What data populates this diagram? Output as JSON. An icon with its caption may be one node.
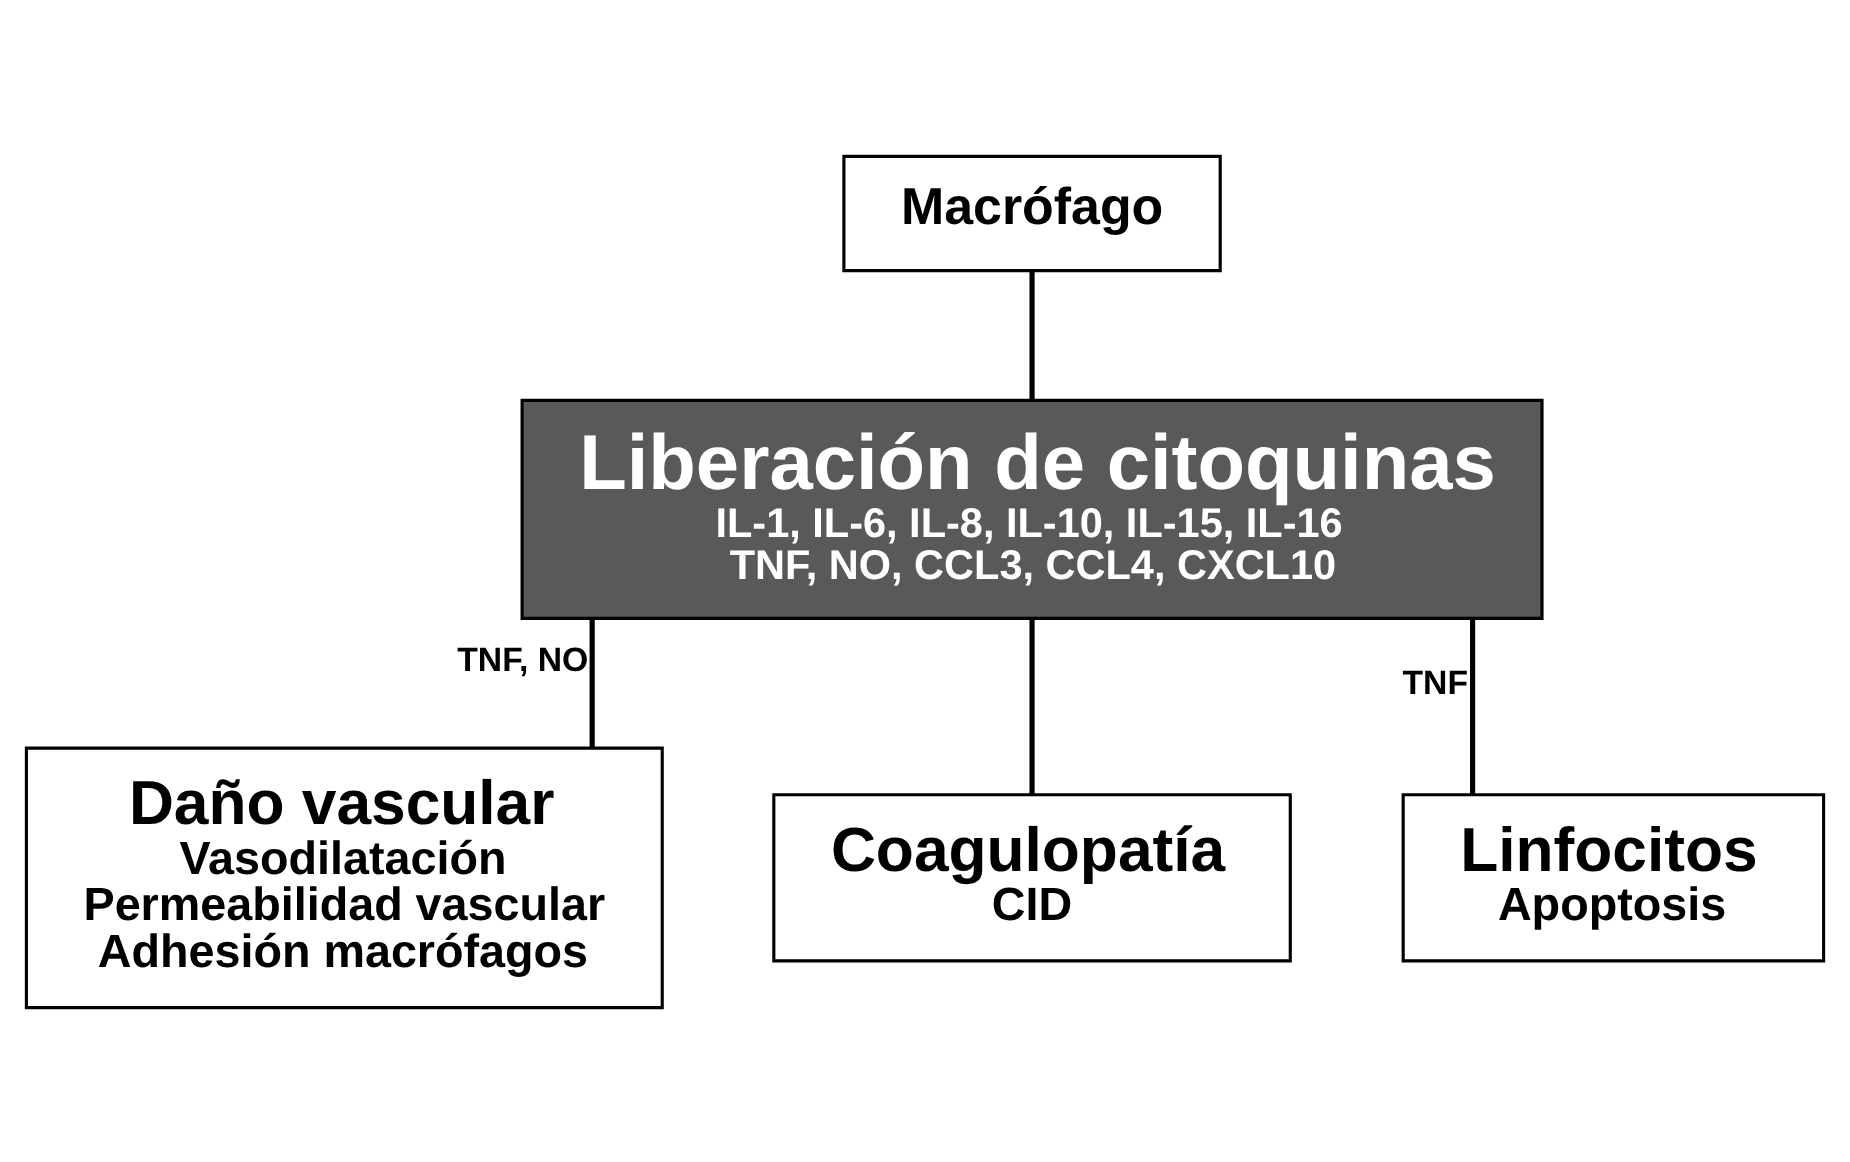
{
  "diagram": {
    "nodes": [
      {
        "text": [
          "Macrófago"
        ]
      },
      {
        "text": [
          "Liberación de citoquinas",
          "IL-1, IL-6, IL-8, IL-10, IL-15, IL-16",
          "TNF, NO, CCL3, CCL4, CXCL10"
        ]
      },
      {
        "text": [
          "Daño vascular",
          "Vasodilatación",
          "Permeabilidad vascular",
          "Adhesión macrófagos"
        ]
      },
      {
        "text": [
          "Coagulopatía",
          "CID"
        ]
      },
      {
        "text": [
          "Linfocitos",
          "Apoptosis"
        ]
      }
    ],
    "edges": [
      {
        "from": 0,
        "to": 1,
        "arrow": "none"
      },
      {
        "from": 1,
        "to": 2,
        "arrow": "none",
        "label": "TNF, NO"
      },
      {
        "from": 1,
        "to": 3,
        "arrow": "none"
      },
      {
        "from": 1,
        "to": 4,
        "arrow": "none",
        "label": "TNF"
      }
    ]
  }
}
